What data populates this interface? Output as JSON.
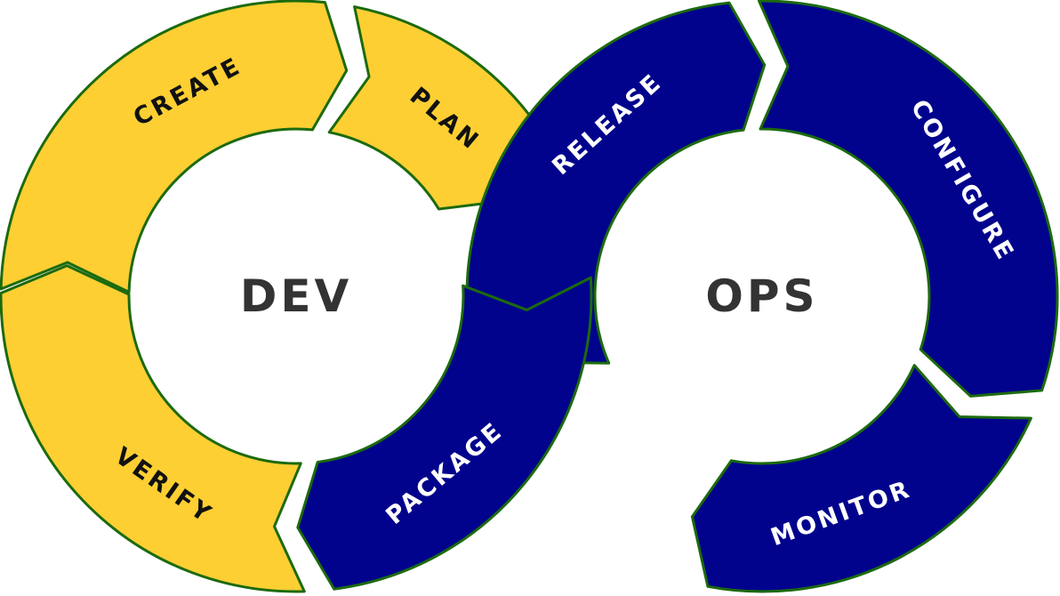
{
  "dev": {
    "label": "DEV",
    "segments": [
      {
        "key": "plan",
        "label": "PLAN",
        "color": "#FDCF33",
        "text_color": "#111111"
      },
      {
        "key": "create",
        "label": "CREATE",
        "color": "#FDCF33",
        "text_color": "#111111"
      },
      {
        "key": "verify",
        "label": "VERIFY",
        "color": "#FDCF33",
        "text_color": "#111111"
      },
      {
        "key": "package",
        "label": "PACKAGE",
        "color": "#01038C",
        "text_color": "#ffffff"
      }
    ]
  },
  "ops": {
    "label": "OPS",
    "segments": [
      {
        "key": "release",
        "label": "RELEASE",
        "color": "#01038C",
        "text_color": "#ffffff"
      },
      {
        "key": "configure",
        "label": "CONFIGURE",
        "color": "#01038C",
        "text_color": "#ffffff"
      },
      {
        "key": "monitor",
        "label": "MONITOR",
        "color": "#01038C",
        "text_color": "#ffffff"
      }
    ]
  },
  "colors": {
    "outline": "#1C6A0E",
    "dev_yellow": "#FDCF33",
    "ops_navy": "#01038C",
    "hub_text": "#333333"
  }
}
